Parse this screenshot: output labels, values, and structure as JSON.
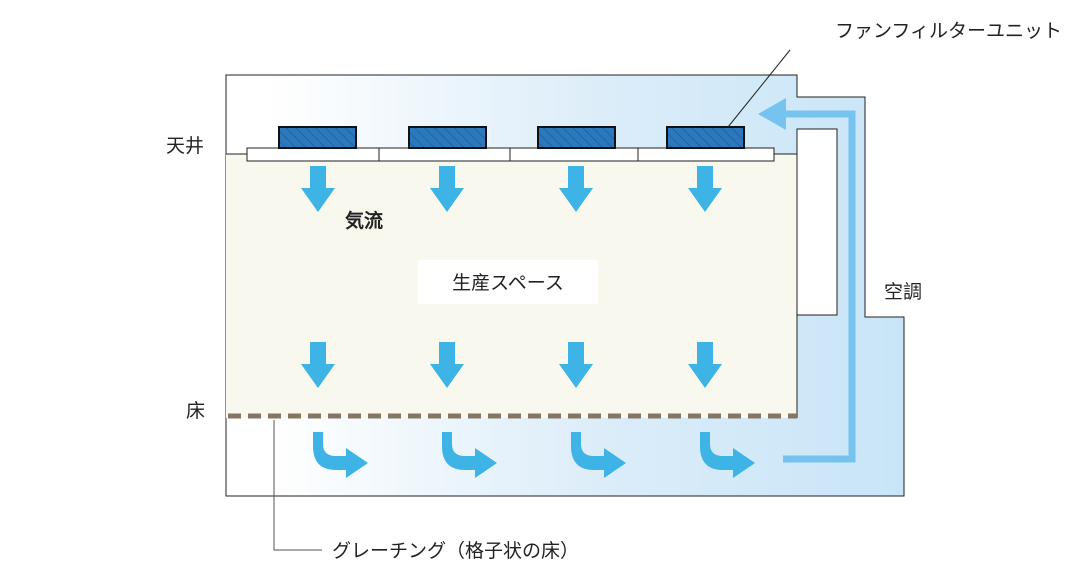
{
  "labels": {
    "fan_filter_unit": "ファンフィルターユニット",
    "ceiling": "天井",
    "airflow": "気流",
    "production_space": "生産スペース",
    "air_conditioning": "空調",
    "floor": "床",
    "grating": "グレーチング（格子状の床）"
  },
  "colors": {
    "room_fill": "#f8f8ee",
    "plenum_gradient_start": "#ffffff",
    "plenum_gradient_end": "#c8e5f7",
    "filter_unit_fill": "#2b78bd",
    "arrow_blue": "#3eb3e6",
    "return_arrow": "#76c3f0",
    "grating": "#857663",
    "outline": "#222222"
  }
}
